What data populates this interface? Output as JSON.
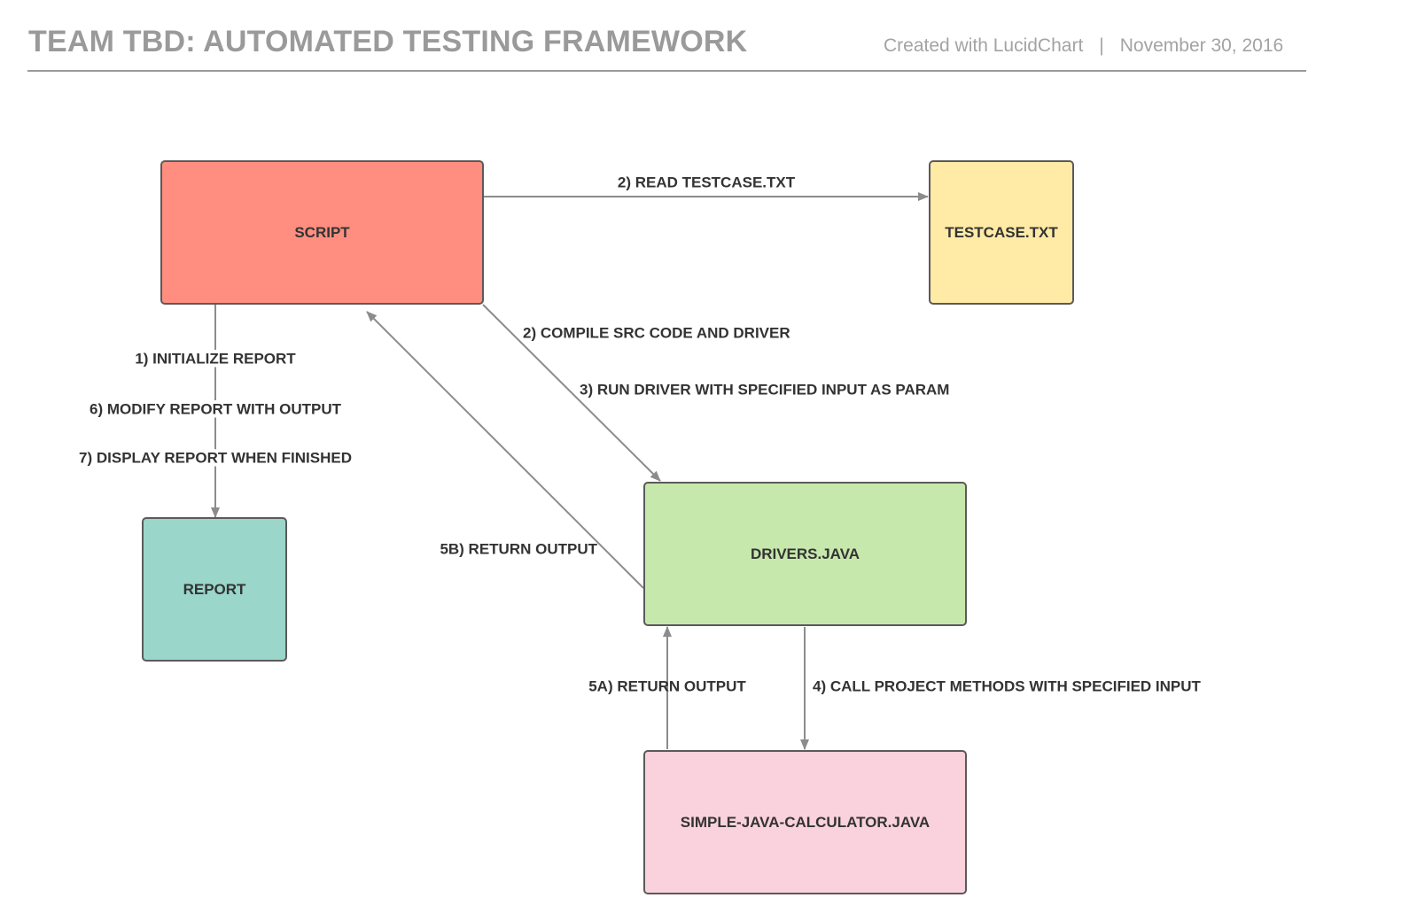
{
  "header": {
    "title": "TEAM TBD: AUTOMATED TESTING FRAMEWORK",
    "created_with": "Created with LucidChart",
    "separator": "|",
    "date": "November 30, 2016"
  },
  "nodes": {
    "script": {
      "label": "SCRIPT",
      "color": "#ff8e80"
    },
    "testcase": {
      "label": "TESTCASE.TXT",
      "color": "#ffeba6"
    },
    "report": {
      "label": "REPORT",
      "color": "#9ad6ca"
    },
    "drivers": {
      "label": "DRIVERS.JAVA",
      "color": "#c7e8ac"
    },
    "calculator": {
      "label": "SIMPLE-JAVA-CALCULATOR.JAVA",
      "color": "#fad2dd"
    }
  },
  "edges": {
    "read_testcase": "2) READ TESTCASE.TXT",
    "initialize_report": "1) INITIALIZE REPORT",
    "modify_report": "6) MODIFY REPORT WITH OUTPUT",
    "display_report": "7) DISPLAY REPORT WHEN FINISHED",
    "compile_src": "2) COMPILE SRC CODE AND DRIVER",
    "run_driver": "3) RUN DRIVER WITH SPECIFIED INPUT AS PARAM",
    "return_output_b": "5B) RETURN OUTPUT",
    "return_output_a": "5A) RETURN OUTPUT",
    "call_methods": "4) CALL PROJECT METHODS WITH SPECIFIED INPUT"
  },
  "colors": {
    "stroke": "#5a5a5a",
    "connector": "#8c8c8c",
    "header_text": "#9a9a9a"
  }
}
